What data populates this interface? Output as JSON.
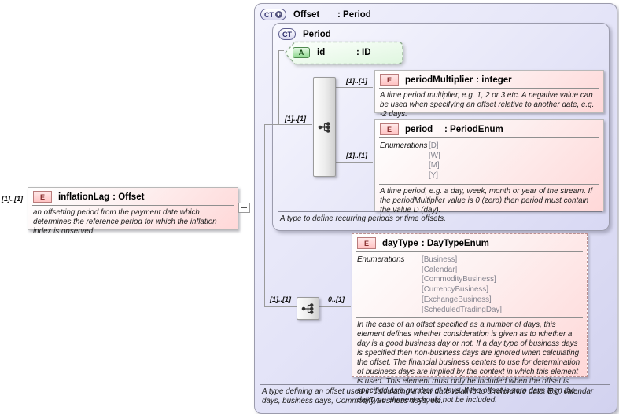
{
  "root": {
    "element": {
      "cardinality": "[1]..[1]",
      "badge": "E",
      "name": "inflationLag",
      "type": ": Offset",
      "annotation": "an offsetting period from the payment date which determines the reference period for which the inflation index is onserved."
    },
    "offset": {
      "badge": "CT",
      "plus": "+",
      "name": "Offset",
      "type": ": Period",
      "annotation": "A type defining an offset used in calculating a new date relative to a reference date. E.g. calendar days, business days, Commodity Business days, etc..",
      "period": {
        "badge": "CT",
        "name": "Period",
        "annotation": "A type to define recurring periods or time offsets.",
        "cardinality_in": "[1]..[1]",
        "attribute": {
          "badge": "A",
          "name": "id",
          "type": ": ID"
        },
        "children": [
          {
            "badge": "E",
            "cardinality": "[1]..[1]",
            "name": "periodMultiplier",
            "type": ": integer",
            "annotation": "A time period multiplier, e.g. 1, 2 or 3 etc. A negative value can be used when specifying an offset relative to another date, e.g. -2 days."
          },
          {
            "badge": "E",
            "cardinality": "[1]..[1]",
            "name": "period",
            "type": ": PeriodEnum",
            "enum_label": "Enumerations",
            "enums": [
              "[D]",
              "[W]",
              "[M]",
              "[Y]"
            ],
            "annotation": "A time period, e.g. a day, week, month or year of the stream. If the periodMultiplier value is 0 (zero) then period must contain the value D (day)."
          }
        ]
      },
      "extension": {
        "cardinality_in": "[1]..[1]",
        "cardinality_out": "0..[1]",
        "element": {
          "badge": "E",
          "name": "dayType",
          "type": ": DayTypeEnum",
          "enum_label": "Enumerations",
          "enums": [
            "[Business]",
            "[Calendar]",
            "[CommodityBusiness]",
            "[CurrencyBusiness]",
            "[ExchangeBusiness]",
            "[ScheduledTradingDay]"
          ],
          "annotation": "In the case of an offset specified as a number of days, this element defines whether consideration is given as to whether a day is a good business day or not. If a day type of business days is specified then non-business days are ignored when calculating the offset. The financial business centers to use for determination of business days are implied by the context in which this element is used. This element must only be included when the offset is specified as a number of days. If the offset is zero days then the dayType element should not be included."
        }
      }
    }
  }
}
